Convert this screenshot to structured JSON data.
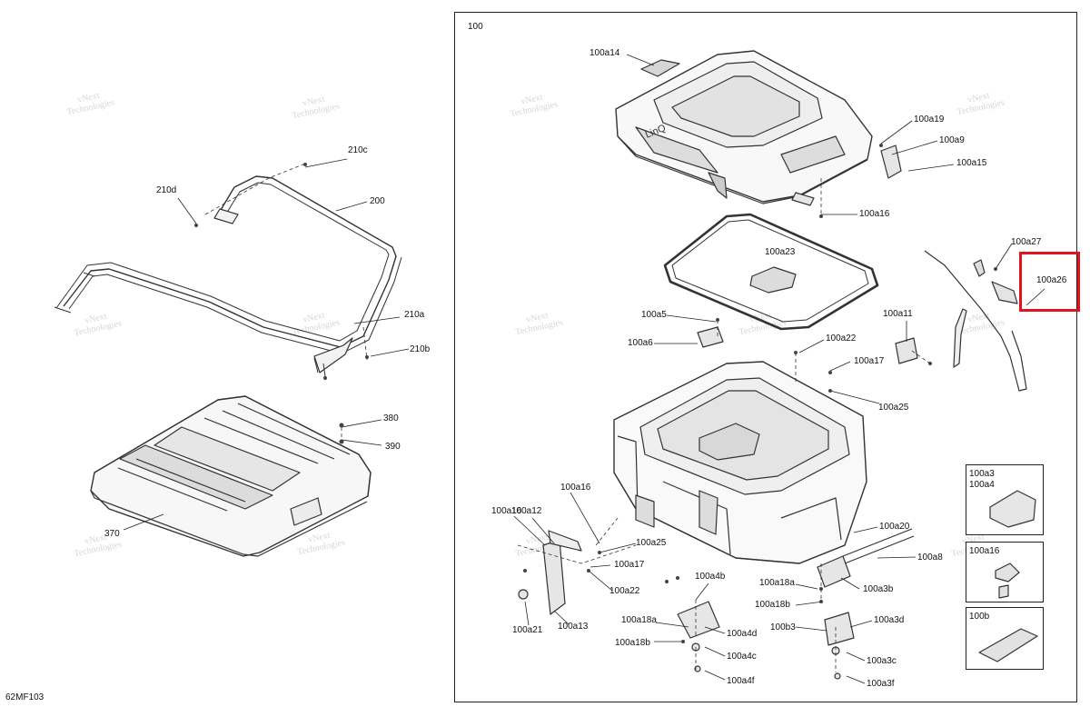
{
  "diagram": {
    "reference_code": "62MF103",
    "main_group": "100",
    "watermark": {
      "line1": "vNext",
      "line2": "Technologies"
    },
    "highlight": {
      "part": "100a26",
      "color": "#e0141c"
    },
    "part_labels": {
      "p210c": "210c",
      "p210d": "210d",
      "p200": "200",
      "p210a": "210a",
      "p210b": "210b",
      "p380": "380",
      "p390": "390",
      "p370": "370",
      "p100a14": "100a14",
      "p100a19": "100a19",
      "p100a9": "100a9",
      "p100a15": "100a15",
      "p100a16_top": "100a16",
      "p100a23": "100a23",
      "p100a27": "100a27",
      "p100a26": "100a26",
      "p100a5": "100a5",
      "p100a6": "100a6",
      "p100a11": "100a11",
      "p100a22_top": "100a22",
      "p100a17_top": "100a17",
      "p100a25_top": "100a25",
      "p100a12": "100a12",
      "p100a16_left2": "100a16",
      "p100a16_left": "100a16",
      "p100a25_mid": "100a25",
      "p100a17_mid": "100a17",
      "p100a22_mid": "100a22",
      "p100a21": "100a21",
      "p100a13": "100a13",
      "p100a4b": "100a4b",
      "p100a18a_left": "100a18a",
      "p100a18b_left": "100a18b",
      "p100a4d": "100a4d",
      "p100a4c": "100a4c",
      "p100a4f": "100a4f",
      "p100a20": "100a20",
      "p100a8": "100a8",
      "p100a18a_right": "100a18a",
      "p100a18b_right": "100a18b",
      "p100a3b": "100a3b",
      "p100b3": "100b3",
      "p100a3d": "100a3d",
      "p100a3c": "100a3c",
      "p100a3f": "100a3f"
    },
    "insets": {
      "inset1_line1": "100a3",
      "inset1_line2": "100a4",
      "inset2": "100a16",
      "inset3": "100b"
    }
  }
}
